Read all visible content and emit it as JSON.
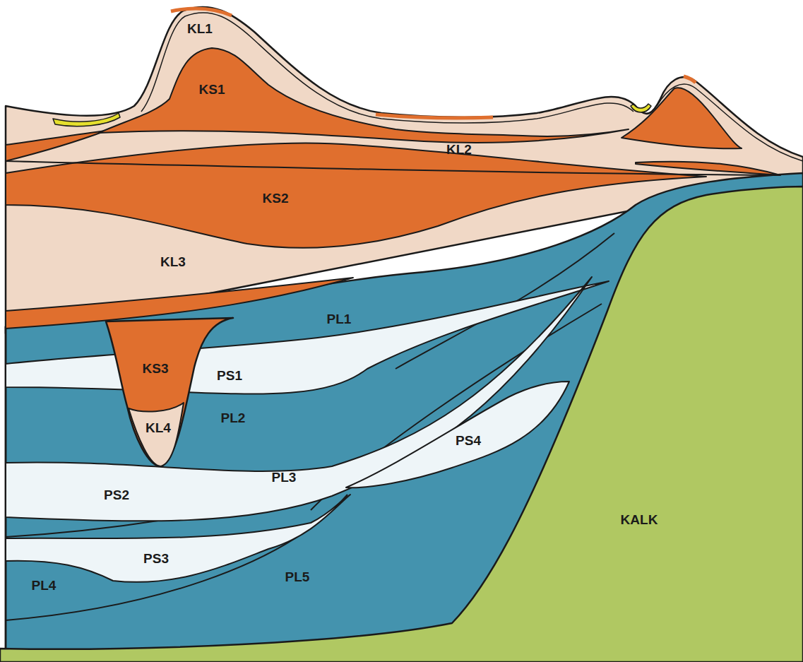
{
  "diagram": {
    "labels": [
      "KL1",
      "KS1",
      "KL2",
      "KS2",
      "KL3",
      "PL1",
      "KS3",
      "PS1",
      "KL4",
      "PL2",
      "PS4",
      "PL3",
      "PS2",
      "KALK",
      "PS3",
      "PL5",
      "PL4"
    ]
  }
}
